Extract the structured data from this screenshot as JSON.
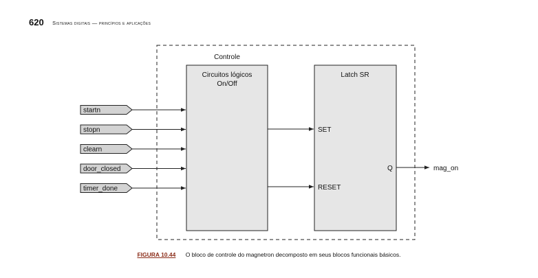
{
  "page": {
    "number": "620",
    "running_title": "Sistemas digitais — princípios e aplicações"
  },
  "diagram": {
    "container_label": "Controle",
    "logic_block_label_line1": "Circuitos lógicos",
    "logic_block_label_line2": "On/Off",
    "latch_label": "Latch SR",
    "latch_set": "SET",
    "latch_reset": "RESET",
    "latch_q": "Q",
    "output_signal": "mag_on",
    "inputs": [
      {
        "label": "startn"
      },
      {
        "label": "stopn"
      },
      {
        "label": "clearn"
      },
      {
        "label": "door_closed"
      },
      {
        "label": "timer_done"
      }
    ]
  },
  "caption": {
    "figure_label": "FIGURA 10.44",
    "text": "O bloco de controle do magnetron decomposto em seus blocos funcionais básicos."
  },
  "colors": {
    "block_fill": "#e6e6e6",
    "input_fill": "#d3d3d3",
    "stroke": "#222222",
    "figure_label": "#8a2b17"
  }
}
